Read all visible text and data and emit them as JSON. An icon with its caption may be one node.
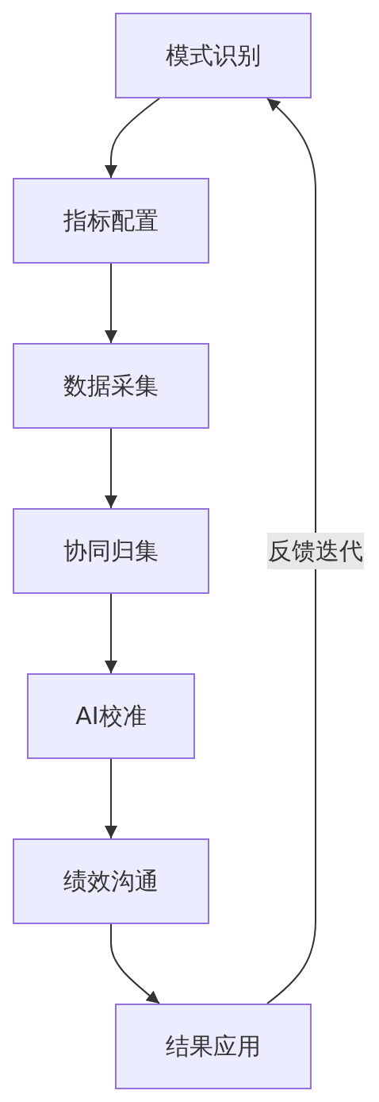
{
  "diagram": {
    "nodes": [
      {
        "text": [
          "模式识别"
        ]
      },
      {
        "text": [
          "指标配置"
        ]
      },
      {
        "text": [
          "数据采集"
        ]
      },
      {
        "text": [
          "协同归集"
        ]
      },
      {
        "text": [
          "AI校准"
        ]
      },
      {
        "text": [
          "绩效沟通"
        ]
      },
      {
        "text": [
          "结果应用"
        ]
      }
    ],
    "edges": [
      {
        "from": 0,
        "to": 1,
        "arrow": "to"
      },
      {
        "from": 1,
        "to": 2,
        "arrow": "to"
      },
      {
        "from": 2,
        "to": 3,
        "arrow": "to"
      },
      {
        "from": 3,
        "to": 4,
        "arrow": "to"
      },
      {
        "from": 4,
        "to": 5,
        "arrow": "to"
      },
      {
        "from": 5,
        "to": 6,
        "arrow": "to"
      },
      {
        "from": 6,
        "to": 0,
        "arrow": "to",
        "label": "反馈迭代"
      }
    ]
  }
}
